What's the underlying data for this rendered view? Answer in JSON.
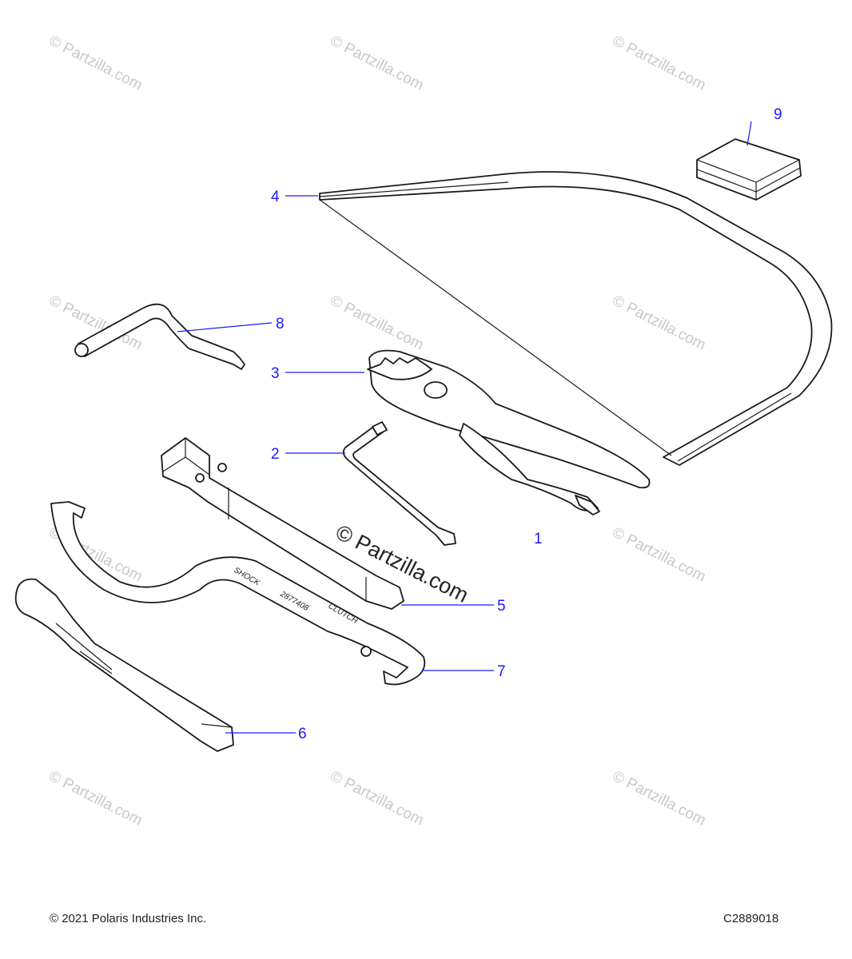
{
  "watermark": {
    "text": "© Partzilla.com",
    "center_text": "© Partzilla.com"
  },
  "callouts": [
    {
      "part": 1,
      "label": "1"
    },
    {
      "part": 2,
      "label": "2"
    },
    {
      "part": 3,
      "label": "3"
    },
    {
      "part": 4,
      "label": "4"
    },
    {
      "part": 5,
      "label": "5"
    },
    {
      "part": 6,
      "label": "6"
    },
    {
      "part": 7,
      "label": "7"
    },
    {
      "part": 8,
      "label": "8"
    },
    {
      "part": 9,
      "label": "9"
    }
  ],
  "wrench_etching": {
    "line1": "SHOCK",
    "line2": "2877408",
    "line3": "CLUTCH"
  },
  "footer": {
    "copyright": "© 2021 Polaris Industries Inc.",
    "drawing_number": "C2889018"
  },
  "colors": {
    "callout": "#1a1aff",
    "line_art": "#1a1a1a",
    "watermark": "#c8c8c8"
  }
}
